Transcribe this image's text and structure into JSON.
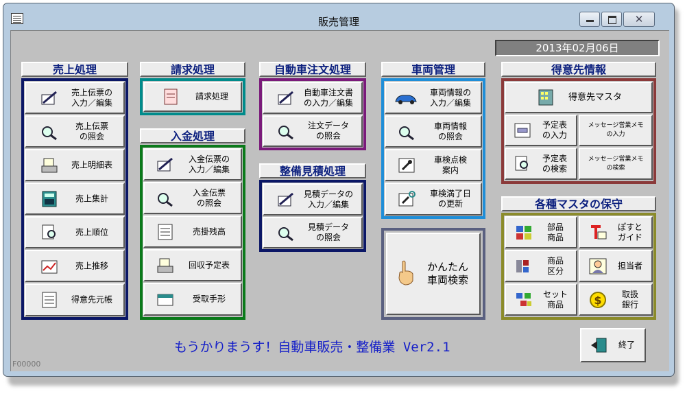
{
  "window": {
    "title": "販売管理"
  },
  "date": "2013年02月06日",
  "groups": {
    "sales": {
      "title": "売上処理",
      "items": [
        {
          "label": "売上伝票の\n入力／編集"
        },
        {
          "label": "売上伝票\nの照会"
        },
        {
          "label": "売上明細表"
        },
        {
          "label": "売上集計"
        },
        {
          "label": "売上順位"
        },
        {
          "label": "売上推移"
        },
        {
          "label": "得意先元帳"
        }
      ]
    },
    "billing": {
      "title": "請求処理",
      "items": [
        {
          "label": "請求処理"
        }
      ]
    },
    "payment": {
      "title": "入金処理",
      "items": [
        {
          "label": "入金伝票の\n入力／編集"
        },
        {
          "label": "入金伝票\nの照会"
        },
        {
          "label": "売掛残高"
        },
        {
          "label": "回収予定表"
        },
        {
          "label": "受取手形"
        }
      ]
    },
    "car_order": {
      "title": "自動車注文処理",
      "items": [
        {
          "label": "自動車注文書\nの入力／編集"
        },
        {
          "label": "注文データ\nの照会"
        }
      ]
    },
    "estimate": {
      "title": "整備見積処理",
      "items": [
        {
          "label": "見積データの\n入力／編集"
        },
        {
          "label": "見積データ\nの照会"
        }
      ]
    },
    "vehicle": {
      "title": "車両管理",
      "items": [
        {
          "label": "車両情報の\n入力／編集"
        },
        {
          "label": "車両情報\nの照会"
        },
        {
          "label": "車検点検\n案内"
        },
        {
          "label": "車検満了日\nの更新"
        }
      ]
    },
    "easy_search": {
      "label": "かんたん\n車両検索"
    },
    "customer": {
      "title": "得意先情報",
      "master": "得意先マスタ",
      "items": [
        {
          "label": "予定表\nの入力"
        },
        {
          "label": "メッセージ営業メモ\nの入力"
        },
        {
          "label": "予定表\nの検索"
        },
        {
          "label": "メッセージ営業メモ\nの検索"
        }
      ]
    },
    "masters": {
      "title": "各種マスタの保守",
      "items": [
        {
          "label": "部品\n商品"
        },
        {
          "label": "ぽすと\nガイド"
        },
        {
          "label": "商品\n区分"
        },
        {
          "label": "担当者"
        },
        {
          "label": "セット\n商品"
        },
        {
          "label": "取扱\n銀行"
        }
      ]
    }
  },
  "exit_label": "終了",
  "footer": "もうかりまうす！自動車販売・整備業 Ver2.1",
  "status_code": "F00000",
  "colors": {
    "sales": "#0b1766",
    "billing": "#008b8b",
    "payment": "#0a7a1a",
    "car_order": "#7a1a7a",
    "estimate": "#0b1766",
    "vehicle": "#1f8ed8",
    "easy": "#5a6080",
    "customer": "#8b3a3a",
    "masters": "#8b8b2a"
  }
}
